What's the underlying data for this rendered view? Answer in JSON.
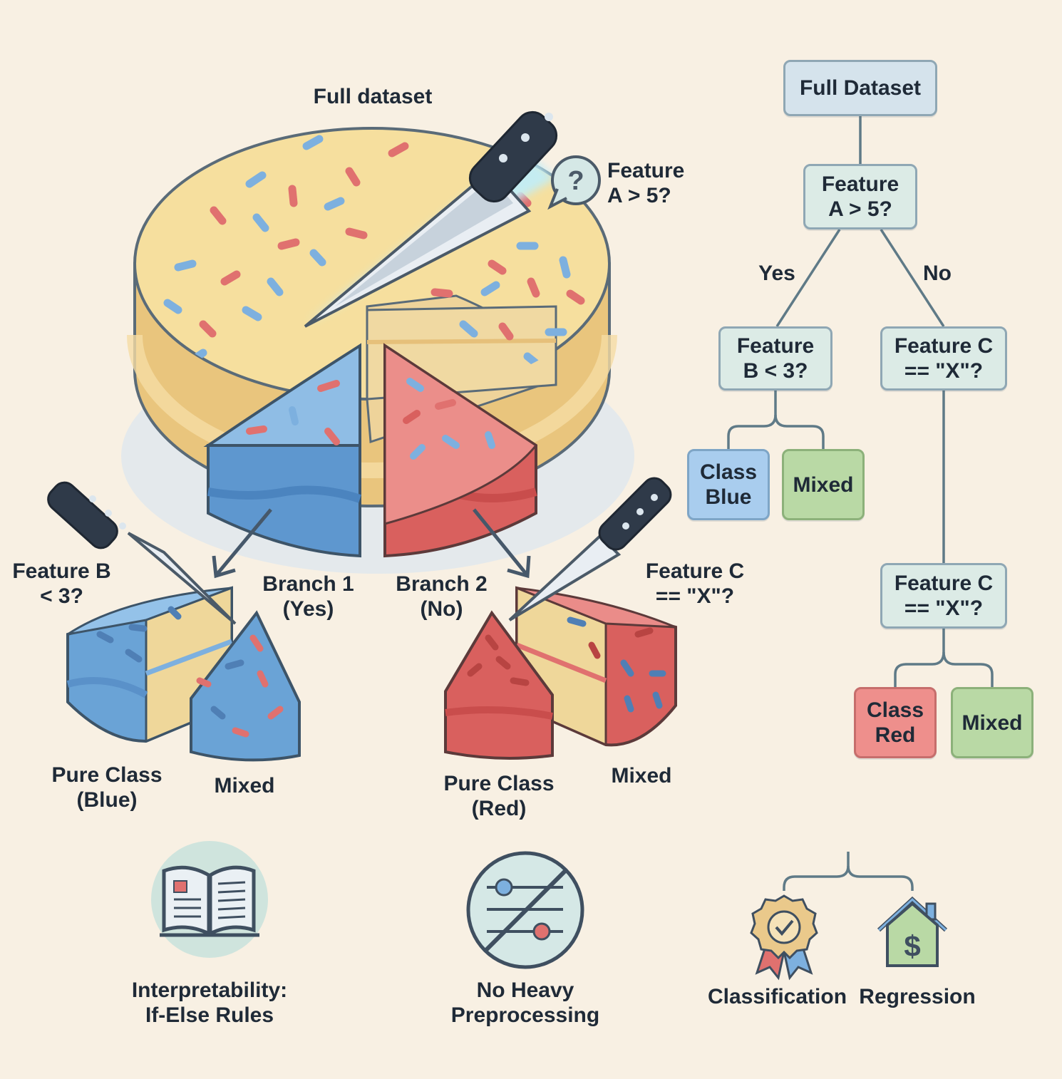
{
  "cake": {
    "title": "Full dataset",
    "split_question": [
      "Feature",
      "A > 5?"
    ],
    "branch1": [
      "Branch 1",
      "(Yes)"
    ],
    "branch2": [
      "Branch 2",
      "(No)"
    ],
    "left_split": [
      "Feature B",
      "< 3?"
    ],
    "right_split": [
      "Feature C",
      "== \"X\"?"
    ],
    "left_pure": [
      "Pure Class",
      "(Blue)"
    ],
    "left_mixed": "Mixed",
    "right_pure": [
      "Pure Class",
      "(Red)"
    ],
    "right_mixed": "Mixed"
  },
  "tree": {
    "root": "Full Dataset",
    "node_a": [
      "Feature",
      "A > 5?"
    ],
    "yes": "Yes",
    "no": "No",
    "node_b": [
      "Feature",
      "B < 3?"
    ],
    "node_c1": [
      "Feature C",
      "== \"X\"?"
    ],
    "leaf_blue": [
      "Class",
      "Blue"
    ],
    "leaf_mixed_1": "Mixed",
    "node_c2": [
      "Feature C",
      "== \"X\"?"
    ],
    "leaf_red": [
      "Class",
      "Red"
    ],
    "leaf_mixed_2": "Mixed"
  },
  "benefits": {
    "interpretability": [
      "Interpretability:",
      "If-Else Rules"
    ],
    "preprocessing": [
      "No Heavy",
      "Preprocessing"
    ],
    "classification": "Classification",
    "regression": "Regression"
  },
  "colors": {
    "background": "#f8f0e3",
    "cake_yellow": "#f6df9e",
    "slice_blue": "#7db0df",
    "slice_red": "#e0716f",
    "leaf_blue": "#a9cdee",
    "leaf_red": "#ee8f8c",
    "leaf_green": "#b9d9a5",
    "node_fill": "#dcebe6",
    "line": "#5f7a87"
  },
  "icons": [
    "knife-icon",
    "question-bubble-icon",
    "open-book-icon",
    "no-sliders-icon",
    "award-badge-icon",
    "house-dollar-icon"
  ]
}
